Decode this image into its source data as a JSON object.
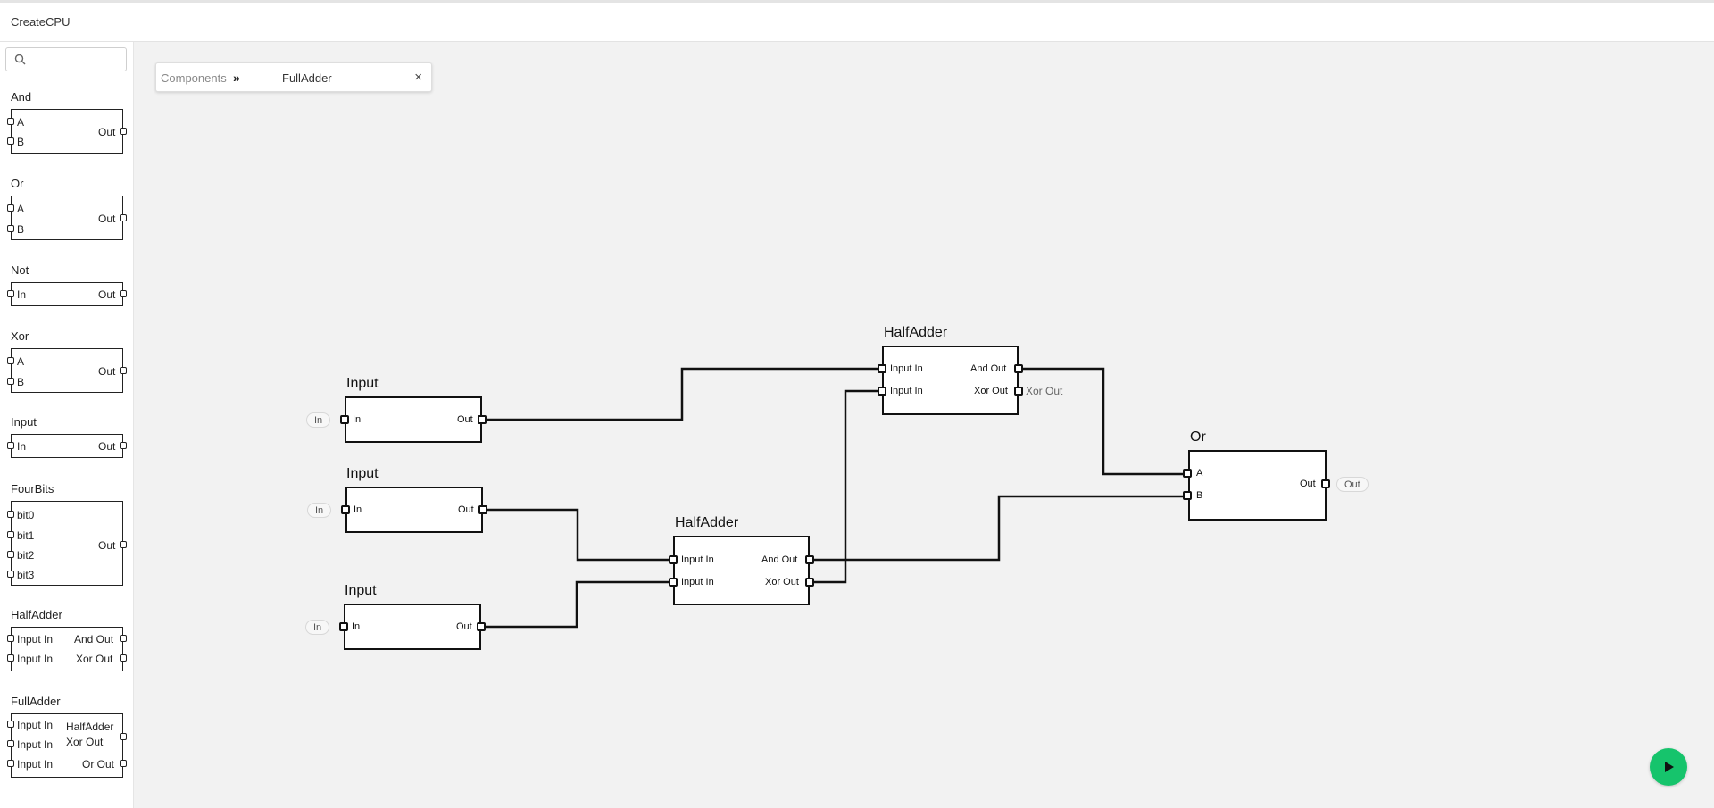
{
  "app": {
    "title": "CreateCPU"
  },
  "search": {
    "placeholder": ""
  },
  "sidebar": {
    "components": [
      {
        "name": "And",
        "inputs": [
          "A",
          "B"
        ],
        "outputs": [
          "Out"
        ]
      },
      {
        "name": "Or",
        "inputs": [
          "A",
          "B"
        ],
        "outputs": [
          "Out"
        ]
      },
      {
        "name": "Not",
        "inputs": [
          "In"
        ],
        "outputs": [
          "Out"
        ]
      },
      {
        "name": "Xor",
        "inputs": [
          "A",
          "B"
        ],
        "outputs": [
          "Out"
        ]
      },
      {
        "name": "Input",
        "inputs": [
          "In"
        ],
        "outputs": [
          "Out"
        ]
      },
      {
        "name": "FourBits",
        "inputs": [
          "bit0",
          "bit1",
          "bit2",
          "bit3"
        ],
        "outputs": [
          "Out"
        ]
      },
      {
        "name": "HalfAdder",
        "inputs": [
          "Input In",
          "Input In"
        ],
        "outputs": [
          "And Out",
          "Xor Out"
        ]
      },
      {
        "name": "FullAdder",
        "inputs": [
          "Input In",
          "Input In",
          "Input In"
        ],
        "outputs": [
          "HalfAdder Xor Out",
          "Or Out"
        ]
      }
    ]
  },
  "breadcrumb": {
    "root": "Components",
    "separator": "»",
    "current": "FullAdder",
    "close": "×"
  },
  "circuit": {
    "nodes": {
      "input1": {
        "title": "Input",
        "in": "In",
        "out": "Out",
        "pill": "In"
      },
      "input2": {
        "title": "Input",
        "in": "In",
        "out": "Out",
        "pill": "In"
      },
      "input3": {
        "title": "Input",
        "in": "In",
        "out": "Out",
        "pill": "In"
      },
      "halfadder1": {
        "title": "HalfAdder",
        "in1": "Input In",
        "in2": "Input In",
        "out1": "And Out",
        "out2": "Xor Out"
      },
      "halfadder2": {
        "title": "HalfAdder",
        "in1": "Input In",
        "in2": "Input In",
        "out1": "And Out",
        "out2": "Xor Out",
        "ext_out": "Xor Out"
      },
      "or": {
        "title": "Or",
        "in1": "A",
        "in2": "B",
        "out": "Out",
        "pill": "Out"
      }
    },
    "wire_color": "#111111"
  },
  "run": {
    "icon": "play-icon",
    "color": "#16c46c"
  }
}
